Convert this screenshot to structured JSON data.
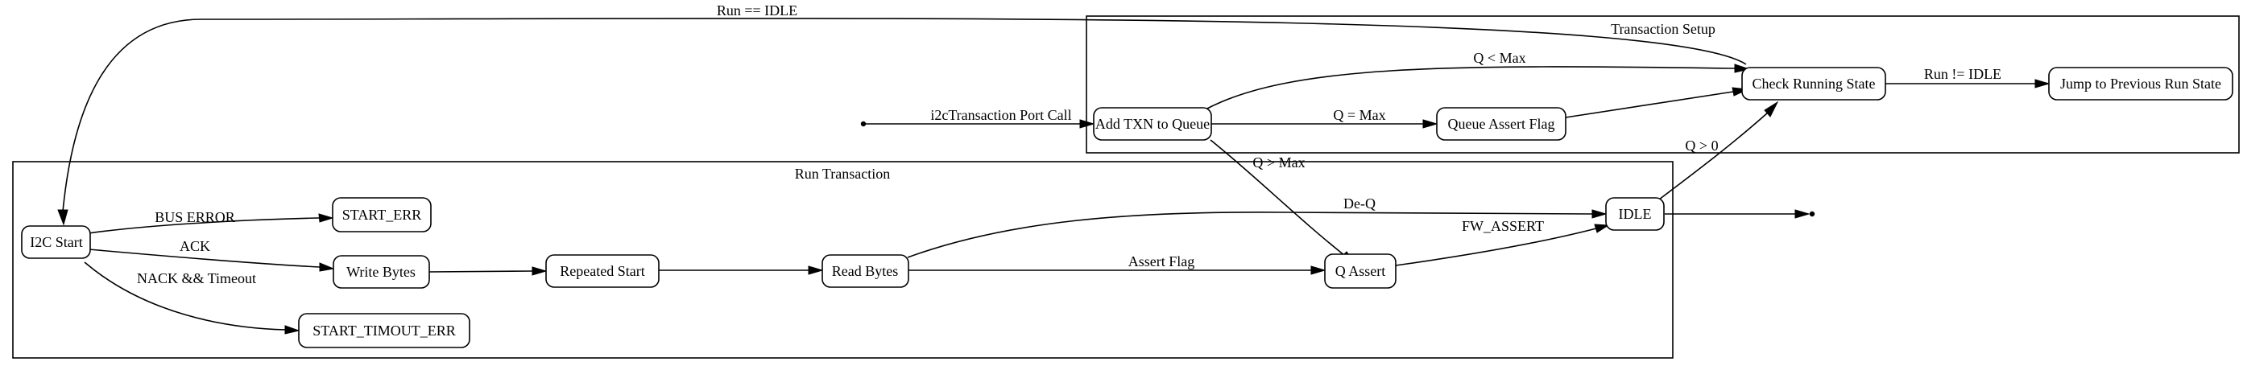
{
  "clusters": {
    "transaction_setup": "Transaction Setup",
    "run_transaction": "Run Transaction"
  },
  "nodes": {
    "add_txn": "Add TXN to Queue",
    "queue_assert_flag": "Queue Assert Flag",
    "check_running_state": "Check Running State",
    "jump_previous": "Jump to Previous Run State",
    "i2c_start": "I2C Start",
    "start_err": "START_ERR",
    "write_bytes": "Write Bytes",
    "start_timout_err": "START_TIMOUT_ERR",
    "repeated_start": "Repeated Start",
    "read_bytes": "Read Bytes",
    "q_assert": "Q Assert",
    "idle": "IDLE"
  },
  "edges": {
    "run_eq_idle": "Run == IDLE",
    "port_call": "i2cTransaction Port Call",
    "q_lt_max": "Q < Max",
    "q_eq_max": "Q = Max",
    "q_gt_max": "Q > Max",
    "run_ne_idle": "Run != IDLE",
    "q_gt_0": "Q > 0",
    "de_q": "De-Q",
    "bus_error": "BUS ERROR",
    "ack": "ACK",
    "nack_timeout": "NACK && Timeout",
    "fw_assert": "FW_ASSERT",
    "assert_flag": "Assert Flag"
  }
}
